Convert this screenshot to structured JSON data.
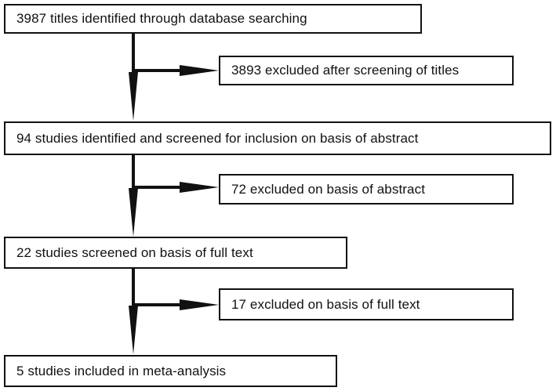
{
  "diagram": {
    "type": "prisma-study-selection-flow",
    "accent_color": "#111111",
    "background_color": "#ffffff",
    "stages": [
      {
        "id": "titles-identified",
        "label": "3987 titles identified through database searching",
        "count": 3987
      },
      {
        "id": "studies-screened-abstract",
        "label": "94 studies identified and screened for inclusion on basis of abstract",
        "count": 94
      },
      {
        "id": "studies-fulltext",
        "label": "22 studies screened on basis of full text",
        "count": 22
      },
      {
        "id": "studies-included",
        "label": "5 studies included in meta-analysis",
        "count": 5
      }
    ],
    "exclusions": [
      {
        "id": "excluded-titles",
        "label": "3893 excluded after screening of titles",
        "count": 3893
      },
      {
        "id": "excluded-abstract",
        "label": "72 excluded on basis of abstract",
        "count": 72
      },
      {
        "id": "excluded-fulltext",
        "label": "17 excluded on basis of full text",
        "count": 17
      }
    ],
    "connectors": [
      {
        "id": "flow-arrow-1",
        "icon": "arrow-down-icon"
      },
      {
        "id": "branch-arrow-1",
        "icon": "arrow-right-icon"
      },
      {
        "id": "flow-arrow-2",
        "icon": "arrow-down-icon"
      },
      {
        "id": "branch-arrow-2",
        "icon": "arrow-right-icon"
      },
      {
        "id": "flow-arrow-3",
        "icon": "arrow-down-icon"
      },
      {
        "id": "branch-arrow-3",
        "icon": "arrow-right-icon"
      }
    ]
  }
}
